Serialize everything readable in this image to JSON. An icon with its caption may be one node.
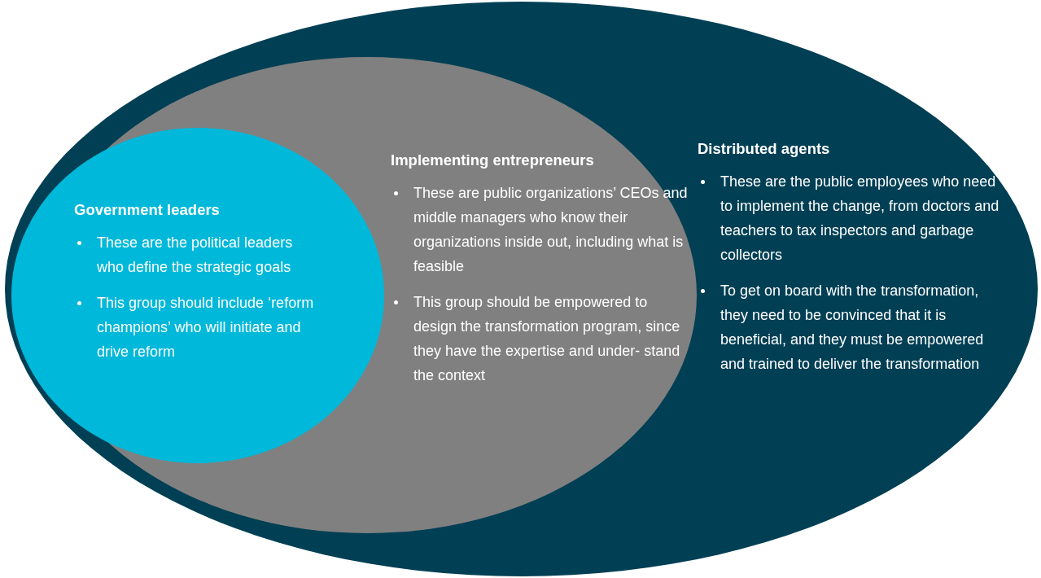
{
  "diagram": {
    "nodes": [
      {
        "text": [
          "Distributed agents",
          "These are the public employees who need to implement the change, from doctors and teachers to tax inspectors and garbage collectors",
          "To get on board with the transformation, they need to be convinced that it is beneficial, and they must be empowered and trained to deliver the transformation"
        ]
      },
      {
        "text": [
          "Implementing entrepreneurs",
          "These are public organizations’ CEOs and middle managers who know their organizations inside out, including what is feasible",
          "This group should be empowered to design the transformation program, since they have the expertise and under- stand the context"
        ],
        "in": 0
      },
      {
        "text": [
          "Government leaders",
          "These are the political leaders who define the strategic goals",
          "This group should include ‘reform champions’ who will initiate and drive reform"
        ],
        "in": 1
      }
    ]
  }
}
